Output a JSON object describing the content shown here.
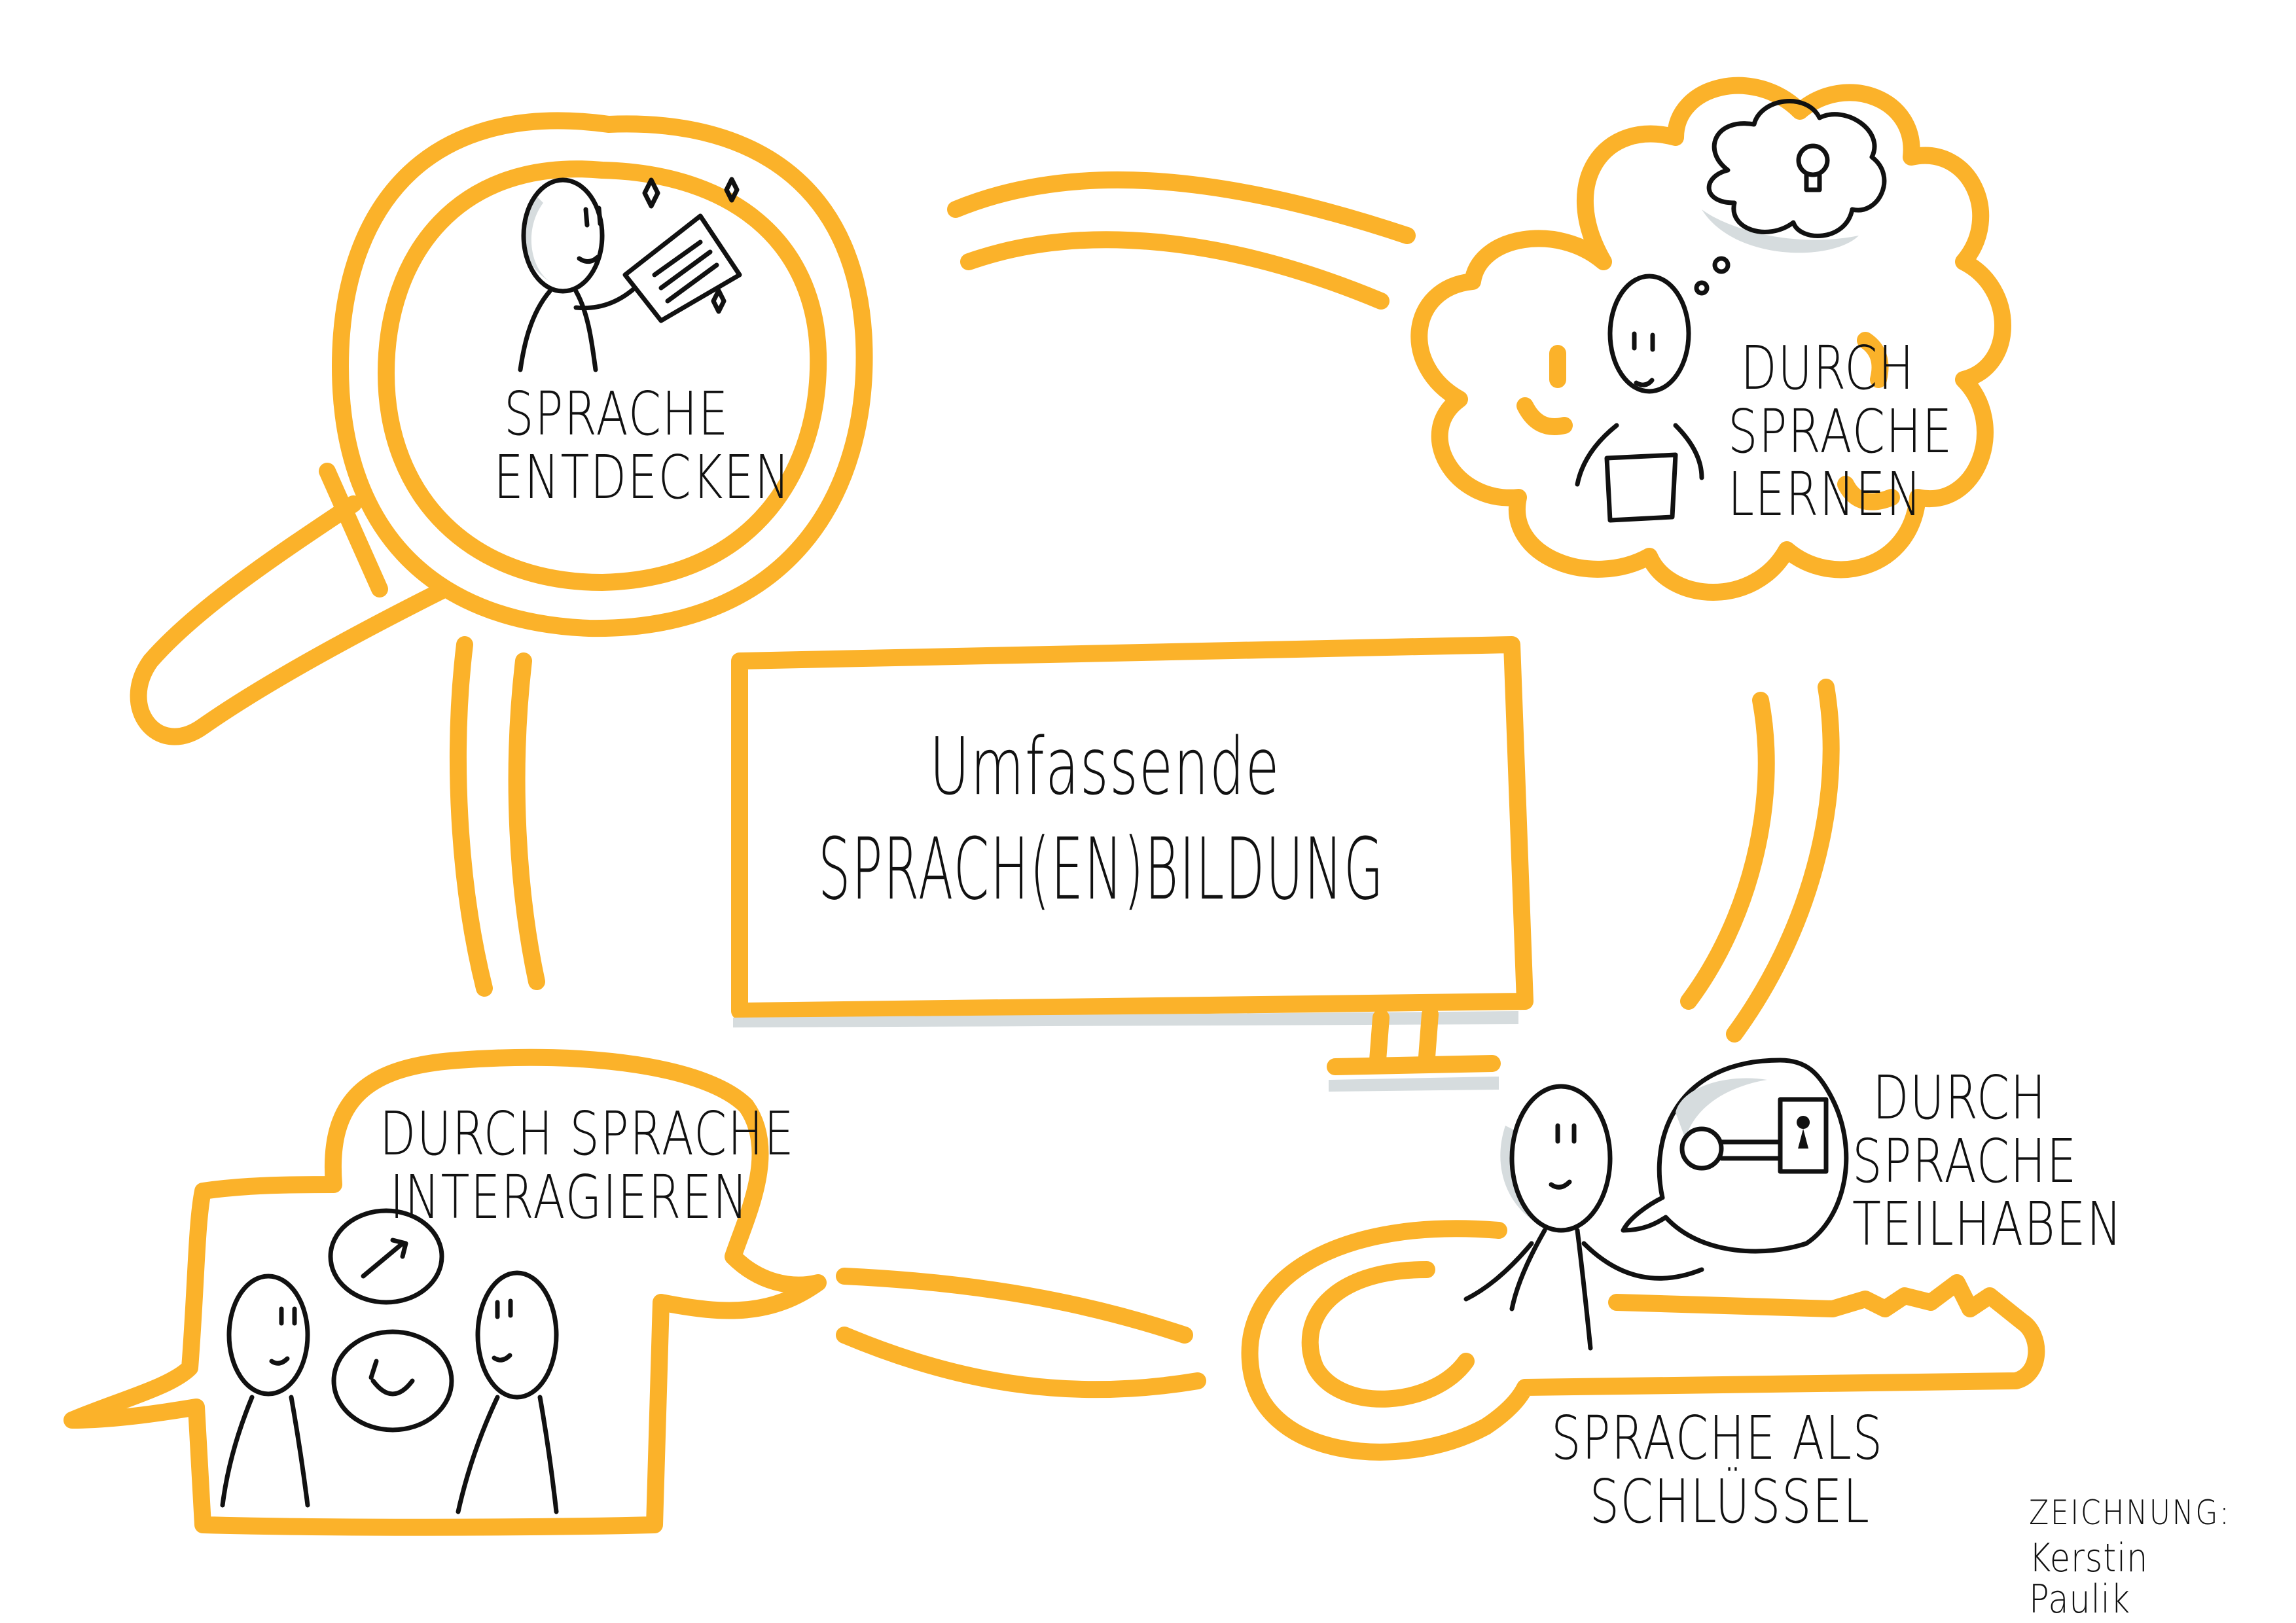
{
  "center": {
    "title_line1": "Umfassende",
    "title_line2": "SPRACH(EN)BILDUNG"
  },
  "nodes": [
    {
      "id": "entdecken",
      "icon": "magnifying-glass-icon",
      "lines": [
        "SPRACHE",
        "ENTDECKEN"
      ]
    },
    {
      "id": "lernen",
      "icon": "thought-cloud-icon",
      "lines": [
        "DURCH",
        "SPRACHE",
        "LERNEN"
      ]
    },
    {
      "id": "interagieren",
      "icon": "speech-bubble-icon",
      "lines": [
        "DURCH SPRACHE",
        "INTERAGIEREN"
      ]
    },
    {
      "id": "teilhaben",
      "icon": "keyhole-lock-icon",
      "lines": [
        "DURCH",
        "SPRACHE",
        "TEILHABEN"
      ]
    },
    {
      "id": "schluessel",
      "icon": "key-icon",
      "lines": [
        "SPRACHE ALS",
        "SCHLÜSSEL"
      ]
    }
  ],
  "credit": {
    "label": "ZEICHNUNG:",
    "author": "Kerstin Paulik"
  },
  "colors": {
    "accent": "#FBB22A",
    "ink": "#111111",
    "shadow": "#D6DCDE",
    "background": "#FFFFFF"
  }
}
